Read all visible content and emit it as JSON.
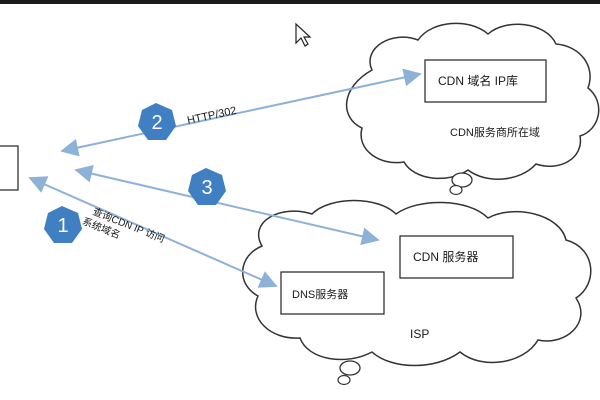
{
  "diagram": {
    "steps": [
      {
        "number": "1",
        "label_line1": "查询CDN IP 访问",
        "label_line2": "系统域名"
      },
      {
        "number": "2",
        "label": "HTTP/302"
      },
      {
        "number": "3"
      }
    ],
    "boxes": {
      "cdn_domain_ip_db": "CDN 域名 IP库",
      "cdn_server": "CDN 服务器",
      "dns_server": "DNS服务器"
    },
    "clouds": {
      "cdn_provider_label": "CDN服务商所在域",
      "isp_label": "ISP"
    },
    "colors": {
      "badge": "#3f7fc2",
      "arrow": "#8eb1d8",
      "box_border": "#222222",
      "cloud_border": "#333333"
    }
  }
}
